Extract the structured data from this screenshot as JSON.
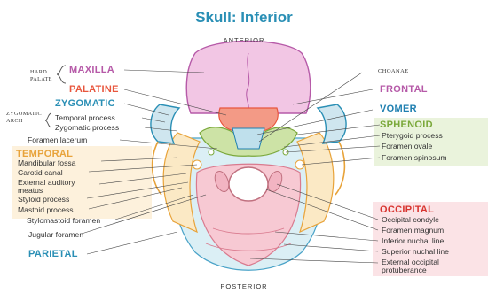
{
  "title": "Skull: Inferior",
  "orientation": {
    "top": "Anterior",
    "bottom": "Posterior"
  },
  "groups": {
    "hard_palate": {
      "label_line1": "Hard",
      "label_line2": "palate",
      "members": [
        "Maxilla",
        "Palatine"
      ]
    },
    "zygomatic_arch": {
      "label_line1": "Zygomatic",
      "label_line2": "arch",
      "members": [
        "Temporal process",
        "Zygomatic process"
      ]
    }
  },
  "bones_left": [
    {
      "name": "Maxilla",
      "color": "#b65aa8"
    },
    {
      "name": "Palatine",
      "color": "#e8563d"
    },
    {
      "name": "Zygomatic",
      "color": "#2a8fb5"
    },
    {
      "name": "Temporal",
      "color": "#e8a33a"
    },
    {
      "name": "Parietal",
      "color": "#2a8fb5"
    }
  ],
  "bones_right": [
    {
      "name": "Frontal",
      "color": "#b65aa8"
    },
    {
      "name": "Vomer",
      "color": "#1f7fb0"
    },
    {
      "name": "Sphenoid",
      "color": "#7aa83a"
    },
    {
      "name": "Occipital",
      "color": "#d8342f"
    }
  ],
  "labels_left": {
    "foramen_lacerum": "Foramen lacerum",
    "temporal_features": [
      "Mandibular fossa",
      "Carotid canal",
      "External auditory meatus",
      "Styloid process",
      "Mastoid process"
    ],
    "stylomastoid": "Stylomastoid foramen",
    "jugular": "Jugular foramen"
  },
  "labels_right": {
    "choanae": "Choanae",
    "sphenoid_features": [
      "Pterygoid process",
      "Foramen ovale",
      "Foramen spinosum"
    ],
    "occipital_features": [
      "Occipital condyle",
      "Foramen magnum",
      "Inferior nuchal line",
      "Superior nuchal line",
      "External occipital protuberance"
    ]
  },
  "colors": {
    "title": "#2a8fb5",
    "temporal_box": "#fdf1dc",
    "sphenoid_box": "#eaf3dc",
    "occipital_box": "#fbe3e6"
  }
}
